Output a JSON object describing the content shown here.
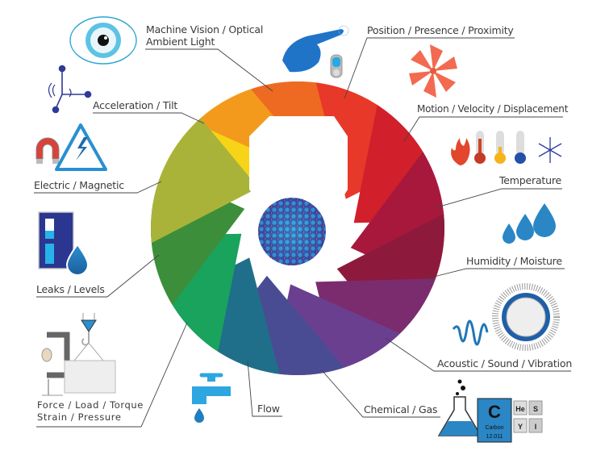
{
  "center": {
    "label": "sensor-array",
    "icon": "halftone-dot-sphere-icon"
  },
  "wheel": {
    "colors": [
      "#f7d417",
      "#f39a1d",
      "#ee6a22",
      "#e8382a",
      "#d11f2b",
      "#a8183d",
      "#8d1a3d",
      "#7a2c6f",
      "#6b3f8f",
      "#4a4c93",
      "#1f6f8b",
      "#19a35c",
      "#3d8e3a",
      "#a9b33a"
    ]
  },
  "categories": [
    {
      "id": "machine-vision",
      "lines": [
        "Machine Vision / Optical",
        "Ambient Light"
      ],
      "icon": "eye-icon"
    },
    {
      "id": "position",
      "lines": [
        "Position / Presence / Proximity"
      ],
      "icon": "pointing-hand-switch-icon"
    },
    {
      "id": "motion",
      "lines": [
        "Motion / Velocity / Displacement"
      ],
      "icon": "pinwheel-icon"
    },
    {
      "id": "temperature",
      "lines": [
        "Temperature"
      ],
      "icon": "thermometer-flame-snowflake-icon"
    },
    {
      "id": "humidity",
      "lines": [
        "Humidity / Moisture"
      ],
      "icon": "water-drops-icon"
    },
    {
      "id": "acoustic",
      "lines": [
        "Acoustic / Sound / Vibration"
      ],
      "icon": "sound-wave-burst-icon"
    },
    {
      "id": "chemical",
      "lines": [
        "Chemical / Gas"
      ],
      "icon": "flask-periodic-table-icon"
    },
    {
      "id": "flow",
      "lines": [
        "Flow"
      ],
      "icon": "water-faucet-icon"
    },
    {
      "id": "force",
      "lines": [
        "Force / Load / Torque",
        "Strain / Pressure"
      ],
      "icon": "clamp-crane-load-icon"
    },
    {
      "id": "leaks",
      "lines": [
        "Leaks / Levels"
      ],
      "icon": "tank-drop-icon"
    },
    {
      "id": "electric",
      "lines": [
        "Electric / Magnetic"
      ],
      "icon": "magnet-high-voltage-icon"
    },
    {
      "id": "acceleration",
      "lines": [
        "Acceleration / Tilt"
      ],
      "icon": "three-axis-icon"
    }
  ],
  "periodic": {
    "main": {
      "symbol": "C",
      "name": "Carbon",
      "mass": "12.011"
    },
    "small": [
      "He",
      "S",
      "Y",
      "I"
    ]
  }
}
